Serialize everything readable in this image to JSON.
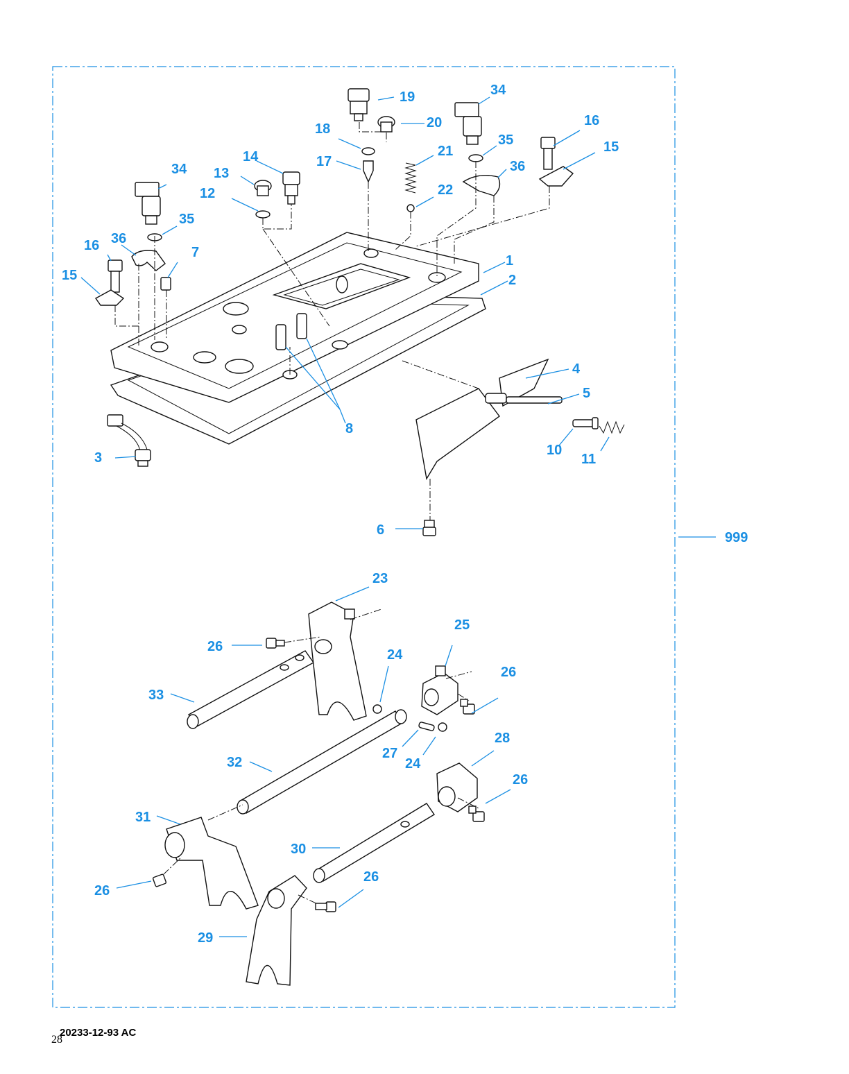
{
  "callouts": [
    {
      "id": "1",
      "label": "1"
    },
    {
      "id": "2",
      "label": "2"
    },
    {
      "id": "3",
      "label": "3"
    },
    {
      "id": "4",
      "label": "4"
    },
    {
      "id": "5",
      "label": "5"
    },
    {
      "id": "6",
      "label": "6"
    },
    {
      "id": "7",
      "label": "7"
    },
    {
      "id": "8",
      "label": "8"
    },
    {
      "id": "10",
      "label": "10"
    },
    {
      "id": "11",
      "label": "11"
    },
    {
      "id": "12",
      "label": "12"
    },
    {
      "id": "13",
      "label": "13"
    },
    {
      "id": "14",
      "label": "14"
    },
    {
      "id": "15a",
      "label": "15"
    },
    {
      "id": "15b",
      "label": "15"
    },
    {
      "id": "16a",
      "label": "16"
    },
    {
      "id": "16b",
      "label": "16"
    },
    {
      "id": "17",
      "label": "17"
    },
    {
      "id": "18",
      "label": "18"
    },
    {
      "id": "19",
      "label": "19"
    },
    {
      "id": "20",
      "label": "20"
    },
    {
      "id": "21",
      "label": "21"
    },
    {
      "id": "22",
      "label": "22"
    },
    {
      "id": "23",
      "label": "23"
    },
    {
      "id": "24a",
      "label": "24"
    },
    {
      "id": "24b",
      "label": "24"
    },
    {
      "id": "25",
      "label": "25"
    },
    {
      "id": "26a",
      "label": "26"
    },
    {
      "id": "26b",
      "label": "26"
    },
    {
      "id": "26c",
      "label": "26"
    },
    {
      "id": "26d",
      "label": "26"
    },
    {
      "id": "26e",
      "label": "26"
    },
    {
      "id": "27",
      "label": "27"
    },
    {
      "id": "28",
      "label": "28"
    },
    {
      "id": "29",
      "label": "29"
    },
    {
      "id": "30",
      "label": "30"
    },
    {
      "id": "31",
      "label": "31"
    },
    {
      "id": "32",
      "label": "32"
    },
    {
      "id": "33",
      "label": "33"
    },
    {
      "id": "34a",
      "label": "34"
    },
    {
      "id": "34b",
      "label": "34"
    },
    {
      "id": "35a",
      "label": "35"
    },
    {
      "id": "35b",
      "label": "35"
    },
    {
      "id": "36a",
      "label": "36"
    },
    {
      "id": "36b",
      "label": "36"
    },
    {
      "id": "999",
      "label": "999"
    }
  ],
  "footer": {
    "drawing_code": "20233-12-93 AC",
    "page_number": "28"
  },
  "colors": {
    "callout": "#1a8fe3",
    "line_art": "#111111",
    "background": "#ffffff"
  }
}
